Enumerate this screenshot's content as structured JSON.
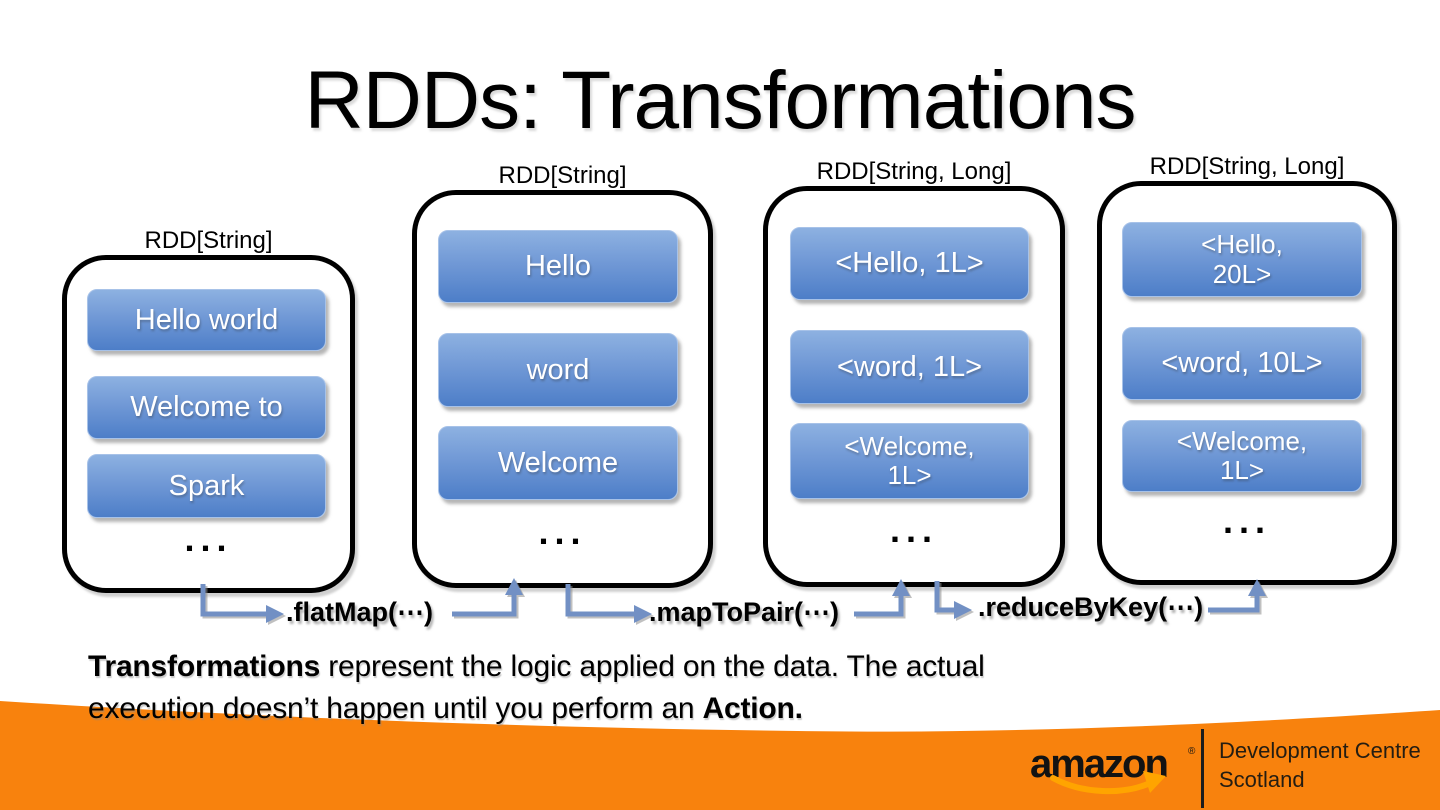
{
  "slide": {
    "title": "RDDs: Transformations",
    "accent_orange": "#F8820D",
    "smile_gold": "#FFA400",
    "box_blue_top": "#8DB1E1",
    "box_blue_bottom": "#4D7EC8",
    "arrow_blue": "#7290C4"
  },
  "rdds": [
    {
      "label": "RDD[String]",
      "items": [
        "Hello world",
        "Welcome to",
        "Spark"
      ],
      "ellipsis": "..."
    },
    {
      "label": "RDD[String]",
      "items": [
        "Hello",
        "word",
        "Welcome"
      ],
      "ellipsis": "..."
    },
    {
      "label": "RDD[String, Long]",
      "items": [
        "<Hello, 1L>",
        "<word, 1L>",
        "<Welcome,\n1L>"
      ],
      "ellipsis": "..."
    },
    {
      "label": "RDD[String, Long]",
      "items": [
        "<Hello,\n20L>",
        "<word, 10L>",
        "<Welcome,\n1L>"
      ],
      "ellipsis": "..."
    }
  ],
  "transforms": [
    {
      "label": ".flatMap(⋯)"
    },
    {
      "label": ".mapToPair(⋯)"
    },
    {
      "label": ".reduceByKey(⋯)"
    }
  ],
  "description": {
    "line1_bold": "Transformations",
    "line1_rest": " represent the logic applied on the data. The actual",
    "line2_start": "execution doesn’t happen until you perform an ",
    "line2_bold": "Action."
  },
  "footer": {
    "brand": "amazon",
    "registered": "®",
    "org_line1": "Development Centre",
    "org_line2": "Scotland"
  }
}
